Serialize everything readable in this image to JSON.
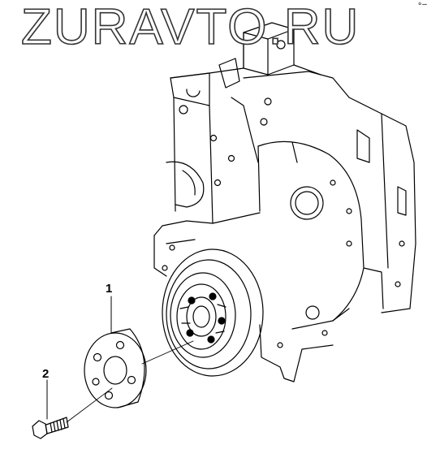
{
  "watermark": {
    "text": "ZURAVTO.RU"
  },
  "callouts": [
    {
      "number": "1",
      "part": "pulley"
    },
    {
      "number": "2",
      "part": "bolt"
    }
  ],
  "corner_mark": "∘–",
  "colors": {
    "line": "#000000",
    "background": "#ffffff",
    "watermark_outline": "#333333"
  }
}
